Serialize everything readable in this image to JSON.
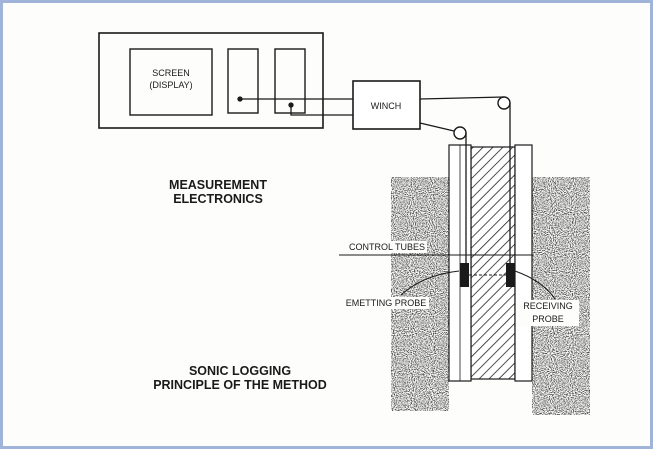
{
  "diagram": {
    "screen_label_line1": "SCREEN",
    "screen_label_line2": "(DISPLAY)",
    "winch_label": "WINCH",
    "measurement_title_line1": "MEASUREMENT",
    "measurement_title_line2": "ELECTRONICS",
    "control_tubes_label": "CONTROL TUBES",
    "emitting_probe_label": "EMETTING PROBE",
    "receiving_probe_line1": "RECEIVING",
    "receiving_probe_line2": "PROBE",
    "method_title_line1": "SONIC LOGGING",
    "method_title_line2": "PRINCIPLE OF THE METHOD"
  },
  "colors": {
    "frame_border": "#9fb4d8",
    "line": "#1a1a1a",
    "soil": "#444444"
  }
}
